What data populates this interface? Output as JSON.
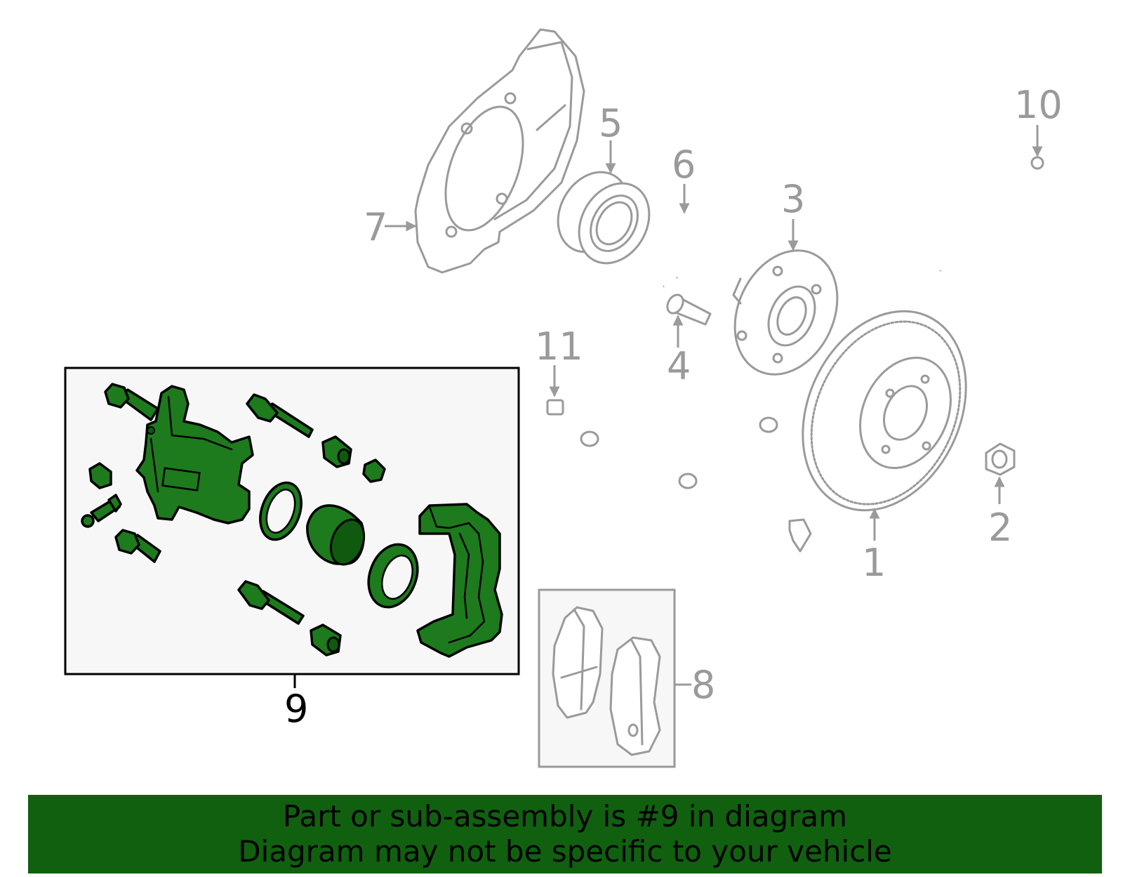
{
  "callouts": {
    "c1": "1",
    "c2": "2",
    "c3": "3",
    "c4": "4",
    "c5": "5",
    "c6": "6",
    "c7": "7",
    "c8": "8",
    "c9": "9",
    "c10": "10",
    "c11": "11"
  },
  "highlighted_part": "9",
  "colors": {
    "highlight_fill": "#1d7a1d",
    "part_stroke": "#9a9a9a",
    "banner_background": "#106010",
    "box_background": "#f7f7f7"
  },
  "banner": {
    "line1": "Part or sub-assembly is #9 in diagram",
    "line2": "Diagram may not be specific to your vehicle"
  }
}
